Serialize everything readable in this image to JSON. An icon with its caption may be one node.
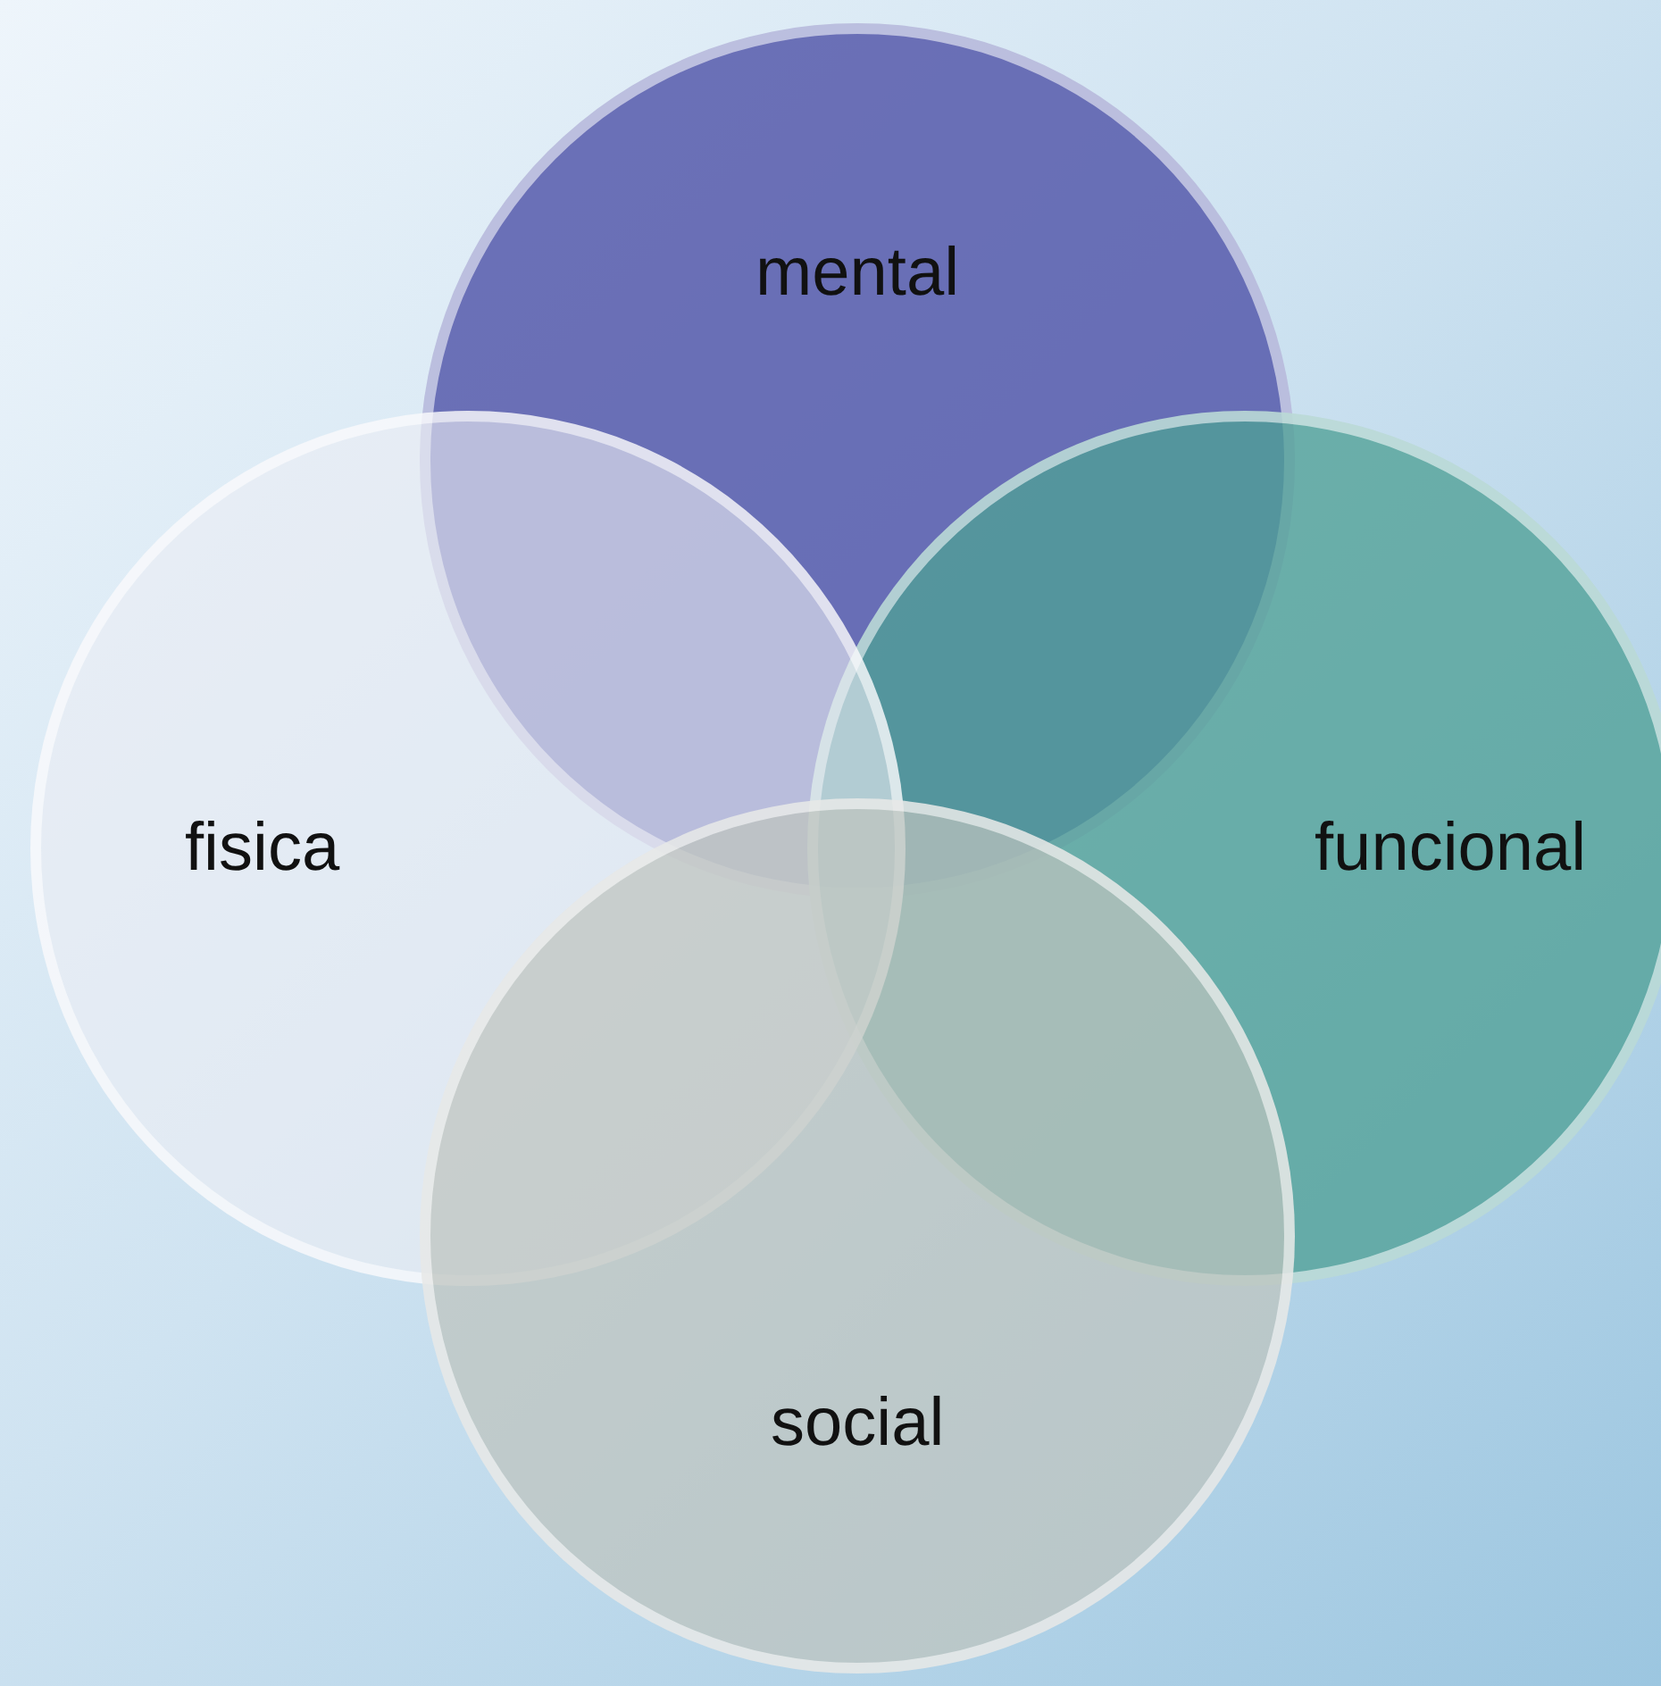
{
  "diagram": {
    "nodes": [
      {
        "text": [
          "mental"
        ]
      },
      {
        "text": [
          "fisica"
        ]
      },
      {
        "text": [
          "funcional"
        ]
      },
      {
        "text": [
          "social"
        ]
      }
    ]
  }
}
